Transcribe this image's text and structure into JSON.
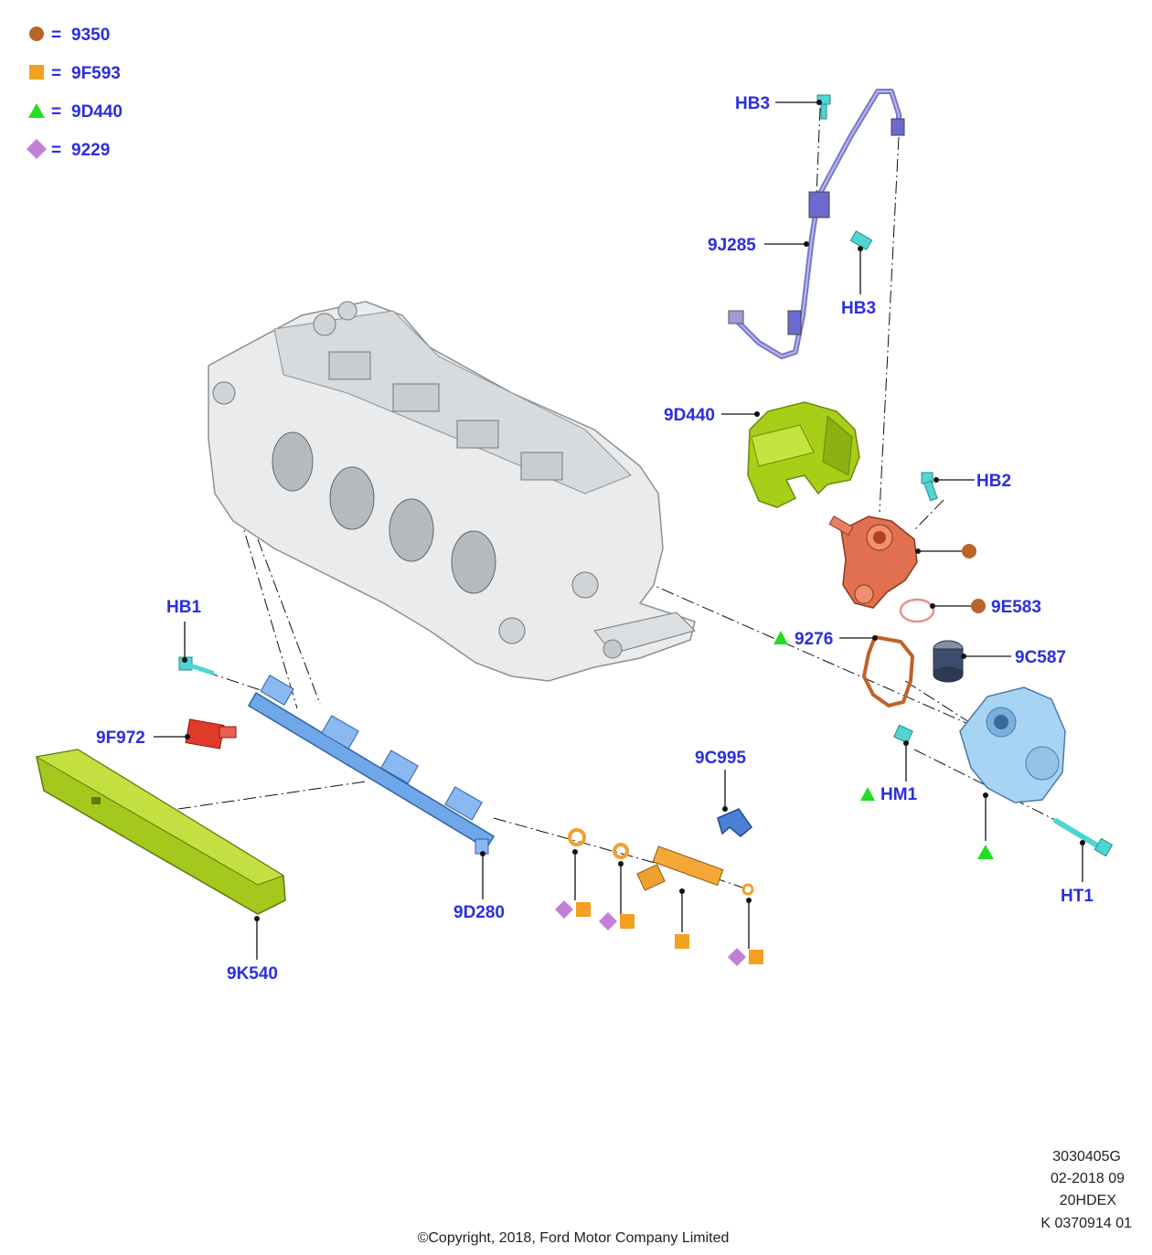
{
  "colors": {
    "label": "#2a2ee0",
    "circle": "#b8642a",
    "square": "#f4a020",
    "triangle": "#22dd22",
    "diamond": "#c080d8"
  },
  "legend": [
    {
      "symbol": "circle",
      "eq": "=",
      "code": "9350"
    },
    {
      "symbol": "square",
      "eq": "=",
      "code": "9F593"
    },
    {
      "symbol": "triangle",
      "eq": "=",
      "code": "9D440"
    },
    {
      "symbol": "diamond",
      "eq": "=",
      "code": "9229"
    }
  ],
  "labels": {
    "hb3_top": "HB3",
    "j285": "9J285",
    "hb3_mid": "HB3",
    "d440": "9D440",
    "hb2": "HB2",
    "e583": "9E583",
    "p9276": "9276",
    "c587": "9C587",
    "hb1": "HB1",
    "f972": "9F972",
    "c995": "9C995",
    "hm1": "HM1",
    "ht1": "HT1",
    "d280": "9D280",
    "k540": "9K540"
  },
  "meta": {
    "line1": "3030405G",
    "line2": "02-2018 09",
    "line3": "20HDEX",
    "line4": "K 0370914 01",
    "copyright": "©Copyright, 2018, Ford Motor Company Limited"
  }
}
